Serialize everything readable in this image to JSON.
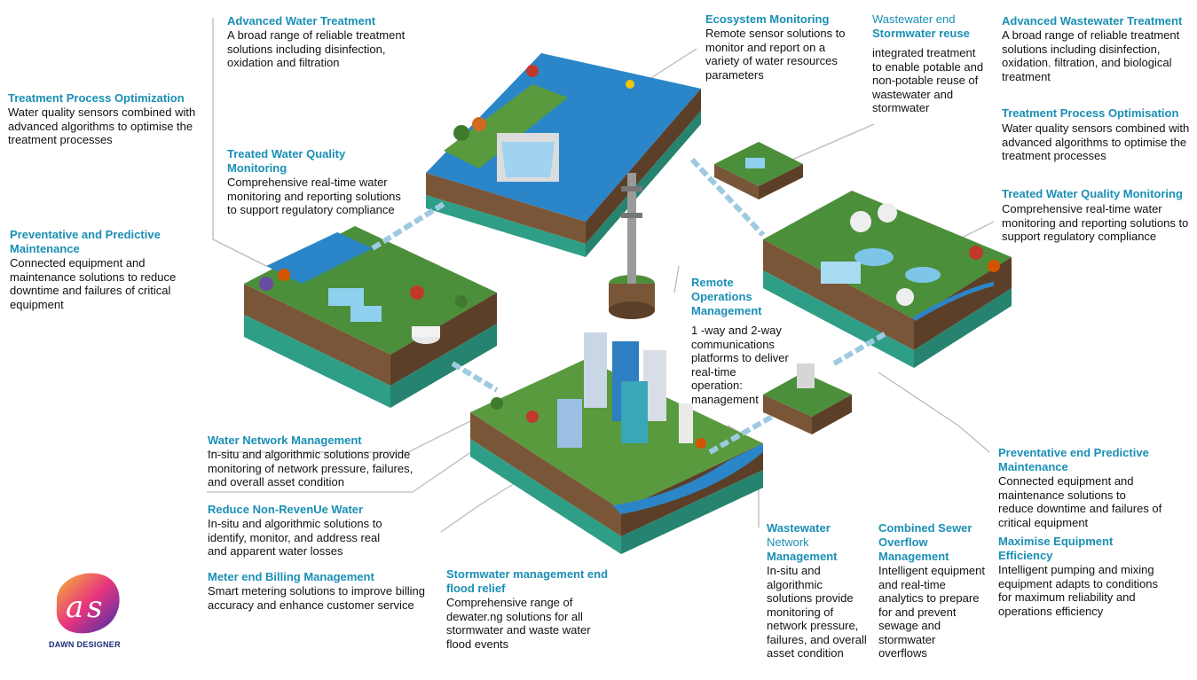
{
  "blocks": {
    "tpo_left": {
      "title": "Treatment Process Optimization",
      "desc": "Water quality sensors combined with advanced algorithms to optimise the treatment processes"
    },
    "ppm_left": {
      "title": "Preventative and Predictive Maintenance",
      "desc": "Connected equipment and maintenance solutions to reduce downtime and failures of critical equipment"
    },
    "awt_top": {
      "title": "Advanced Water Treatment",
      "desc": "A broad range of reliable treatment solutions including disinfection, oxidation and filtration"
    },
    "twq_left": {
      "title": "Treated Water Quality Monitoring",
      "desc": "Comprehensive real-time water monitoring and reporting solutions to support regulatory compliance"
    },
    "eco": {
      "title": "Ecosystem Monitoring",
      "desc": "Remote sensor solutions to monitor and report on a variety of water resources parameters"
    },
    "reuse": {
      "title_light": "Wastewater end",
      "title": "Stormwater reuse",
      "desc": "integrated treatment to enable potable and non-potable reuse of wastewater and stormwater"
    },
    "awwt": {
      "title": "Advanced Wastewater Treatment",
      "desc": "A broad range of reliable treatment solutions including disinfection, oxidation. filtration, and biological treatment"
    },
    "tpo_right": {
      "title": "Treatment Process Optimisation",
      "desc": "Water quality sensors combined with advanced algorithms to optimise the treatment processes"
    },
    "twq_right": {
      "title": "Treated Water Quality Monitoring",
      "desc": "Comprehensive real-time water monitoring and reporting solutions to support regulatory compliance"
    },
    "rom": {
      "title": "Remote Operations Management",
      "desc": "1 -way and 2-way communications platforms to deliver real-time operation: management"
    },
    "wnm": {
      "title": "Water Network Management",
      "desc": "In-situ and algorithmic solutions provide monitoring of network pressure, failures, and overall asset condition"
    },
    "nrw": {
      "title": "Reduce Non-RevenUe Water",
      "desc": "In-situ and algorithmic solutions to identify, monitor, and address real and apparent water losses"
    },
    "meter": {
      "title": "Meter end Billing Management",
      "desc": "Smart metering solutions to improve billing accuracy and enhance customer service"
    },
    "storm": {
      "title": "Stormwater management end flood relief",
      "desc": "Comprehensive range of dewater.ng solutions for all stormwater and waste water flood events"
    },
    "wwnm": {
      "title": "Wastewater",
      "title_light": "Network",
      "title2": "Management",
      "desc": "In-situ and algorithmic solutions provide monitoring of network pressure, failures, and overall asset condition"
    },
    "cso": {
      "title": "Combined Sewer Overflow Management",
      "desc": "Intelligent equipment and real-time analytics to prepare for and prevent sewage and stormwater overflows"
    },
    "ppm_right": {
      "title": "Preventative end Predictive Maintenance",
      "desc": "Connected equipment and maintenance solutions to reduce downtime and failures of critical equipment"
    },
    "mee": {
      "title": "Maximise Equipment Efficiency",
      "desc": "Intelligent pumping and mixing equipment adapts to conditions for maximum reliability and operations efficiency"
    }
  },
  "logo": {
    "text": "DAWN DESIGNER"
  },
  "colors": {
    "accent": "#1a8fb5",
    "water": "#1e7fc0",
    "grass": "#4c8f3a",
    "soil": "#6b4a2f",
    "teal_layer": "#2f9e86"
  }
}
